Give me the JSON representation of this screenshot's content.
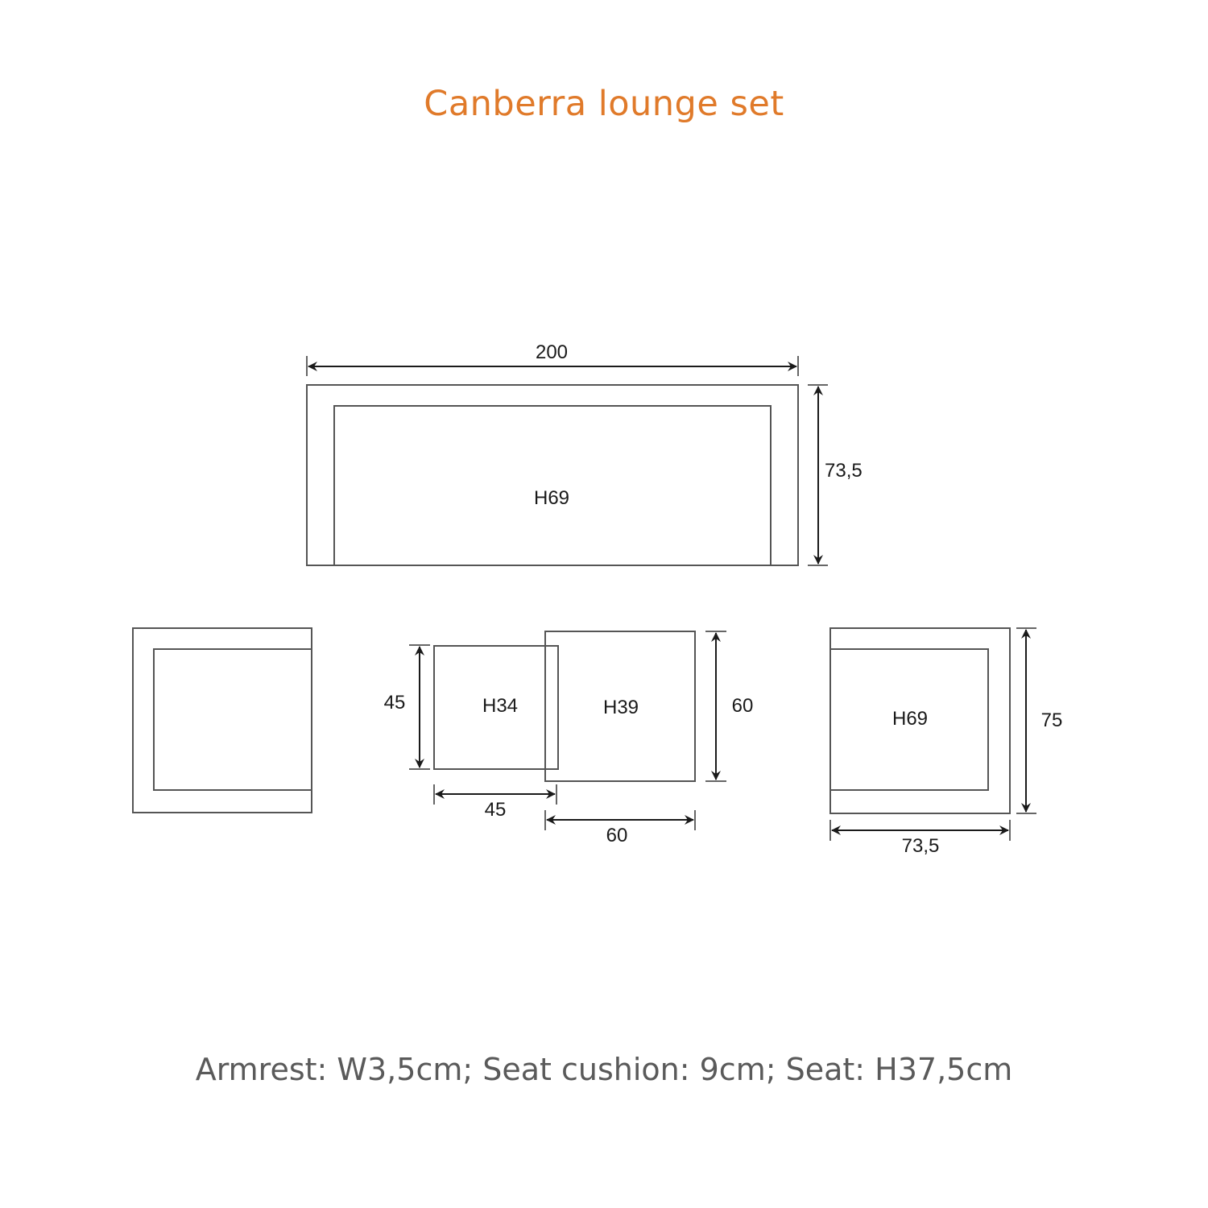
{
  "title": "Canberra lounge set",
  "footnote": "Armrest: W3,5cm; Seat cushion: 9cm; Seat: H37,5cm",
  "colors": {
    "title": "#e07a2a",
    "footnote": "#5a5a5a",
    "lines": "#555555",
    "dimensions": "#1a1a1a"
  },
  "pieces": {
    "sofa": {
      "height_label": "H69",
      "width_dim": "200",
      "depth_dim": "73,5"
    },
    "left_armchair": {
      "height_label": ""
    },
    "side_table": {
      "height_label": "H34",
      "height_dim": "45",
      "width_dim": "45"
    },
    "coffee_table": {
      "height_label": "H39",
      "height_dim": "60",
      "width_dim": "60"
    },
    "right_armchair": {
      "height_label": "H69",
      "depth_dim": "75",
      "width_dim": "73,5"
    }
  }
}
